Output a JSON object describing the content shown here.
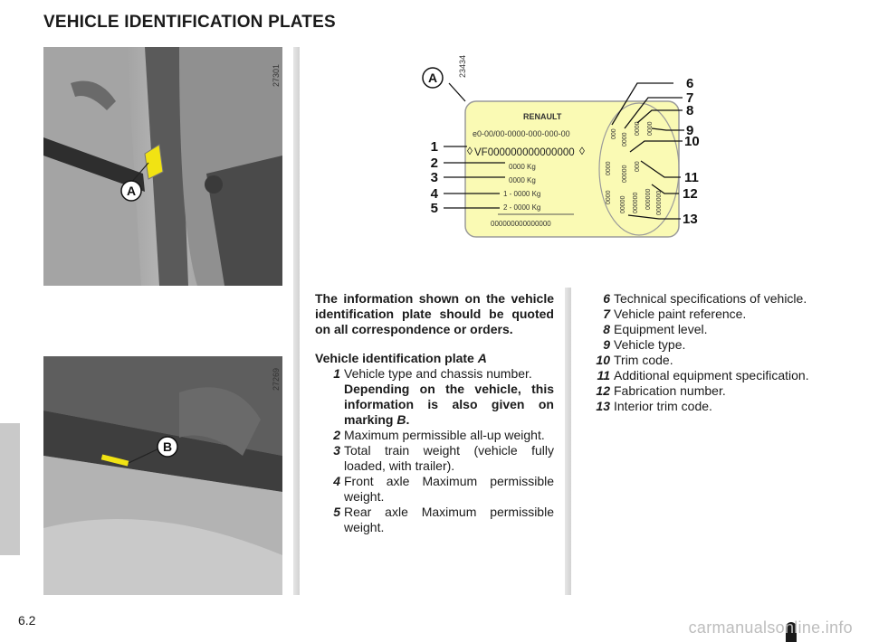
{
  "page": {
    "title": "VEHICLE IDENTIFICATION PLATES",
    "page_number": "6.2",
    "watermark": "carmanualsonline.info"
  },
  "figures": {
    "door_photo": {
      "ref": "27301",
      "callout": "A"
    },
    "engine_photo": {
      "ref": "27269",
      "callout": "B"
    },
    "plate": {
      "ref": "23434",
      "callout": "A",
      "brand": "RENAULT",
      "approval_line": "e0-00/00-0000-000-000-00",
      "vin": "VF000000000000000",
      "weights": [
        "0000 Kg",
        "0000 Kg",
        "1 - 0000 Kg",
        "2 - 0000 Kg"
      ],
      "bottom_line": "000000000000000",
      "vertical_codes": [
        "000",
        "0000",
        "0000",
        "0000",
        "0000",
        "00000",
        "000",
        "0000",
        "00000",
        "000000",
        "000000",
        "0000000"
      ],
      "left_numbers": [
        "1",
        "2",
        "3",
        "4",
        "5"
      ],
      "right_numbers": [
        "6",
        "7",
        "8",
        "9",
        "10",
        "11",
        "12",
        "13"
      ],
      "colors": {
        "plate_fill": "#fafab4",
        "plate_stroke": "#9a9a9a"
      }
    }
  },
  "intro": "The information shown on the vehicle identification plate should be quoted on all correspondence or orders.",
  "plate_a": {
    "heading": "Vehicle identification plate",
    "heading_letter": "A",
    "items": [
      {
        "num": "1",
        "text": "Vehicle type and chassis number.",
        "note": "Depending on the vehicle, this information is also given on marking",
        "note_letter": "B",
        "note_end": "."
      },
      {
        "num": "2",
        "text": "Maximum permissible all-up weight."
      },
      {
        "num": "3",
        "text": "Total train weight (vehicle fully loaded, with trailer)."
      },
      {
        "num": "4",
        "text": "Front axle Maximum permissible weight."
      },
      {
        "num": "5",
        "text": "Rear axle Maximum permissible weight."
      }
    ]
  },
  "right_items": [
    {
      "num": "6",
      "text": "Technical specifications of vehicle."
    },
    {
      "num": "7",
      "text": "Vehicle paint reference."
    },
    {
      "num": "8",
      "text": "Equipment level."
    },
    {
      "num": "9",
      "text": "Vehicle type."
    },
    {
      "num": "10",
      "text": "Trim code."
    },
    {
      "num": "11",
      "text": "Additional equipment specification."
    },
    {
      "num": "12",
      "text": "Fabrication number."
    },
    {
      "num": "13",
      "text": "Interior trim code."
    }
  ]
}
